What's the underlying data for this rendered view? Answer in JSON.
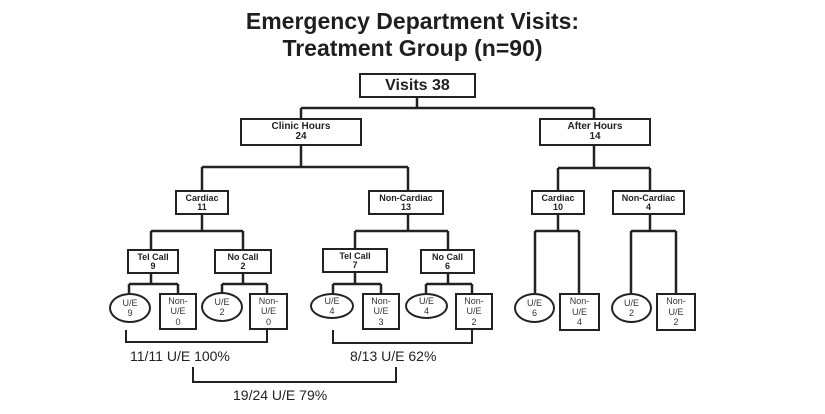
{
  "title": {
    "line1": "Emergency Department  Visits:",
    "line2": "Treatment Group (n=90)"
  },
  "tree": {
    "root": {
      "label": "Visits 38"
    },
    "clinic_hours": {
      "label": "Clinic Hours",
      "count": "24"
    },
    "after_hours": {
      "label": "After Hours",
      "count": "14"
    },
    "clinic_cardiac": {
      "label": "Cardiac",
      "count": "11"
    },
    "clinic_noncardiac": {
      "label": "Non-Cardiac",
      "count": "13"
    },
    "after_cardiac": {
      "label": "Cardiac",
      "count": "10"
    },
    "after_noncardiac": {
      "label": "Non-Cardiac",
      "count": "4"
    },
    "cc_telcall": {
      "label": "Tel Call",
      "count": "9"
    },
    "cc_nocall": {
      "label": "No Call",
      "count": "2"
    },
    "cn_telcall": {
      "label": "Tel Call",
      "count": "7"
    },
    "cn_nocall": {
      "label": "No Call",
      "count": "6"
    },
    "leaves": [
      {
        "type": "ue",
        "label": "U/E",
        "count": "9"
      },
      {
        "type": "nonue",
        "label1": "Non-",
        "label2": "U/E",
        "count": "0"
      },
      {
        "type": "ue",
        "label": "U/E",
        "count": "2"
      },
      {
        "type": "nonue",
        "label1": "Non-",
        "label2": "U/E",
        "count": "0"
      },
      {
        "type": "ue",
        "label": "U/E",
        "count": "4"
      },
      {
        "type": "nonue",
        "label1": "Non-",
        "label2": "U/E",
        "count": "3"
      },
      {
        "type": "ue",
        "label": "U/E",
        "count": "4"
      },
      {
        "type": "nonue",
        "label1": "Non-",
        "label2": "U/E",
        "count": "2"
      },
      {
        "type": "ue",
        "label": "U/E",
        "count": "6"
      },
      {
        "type": "nonue",
        "label1": "Non-",
        "label2": "U/E",
        "count": "4"
      },
      {
        "type": "ue",
        "label": "U/E",
        "count": "2"
      },
      {
        "type": "nonue",
        "label1": "Non-",
        "label2": "U/E",
        "count": "2"
      }
    ]
  },
  "summaries": {
    "cardiac": "11/11 U/E 100%",
    "noncardiac": "8/13 U/E 62%",
    "total": "19/24 U/E 79%"
  }
}
